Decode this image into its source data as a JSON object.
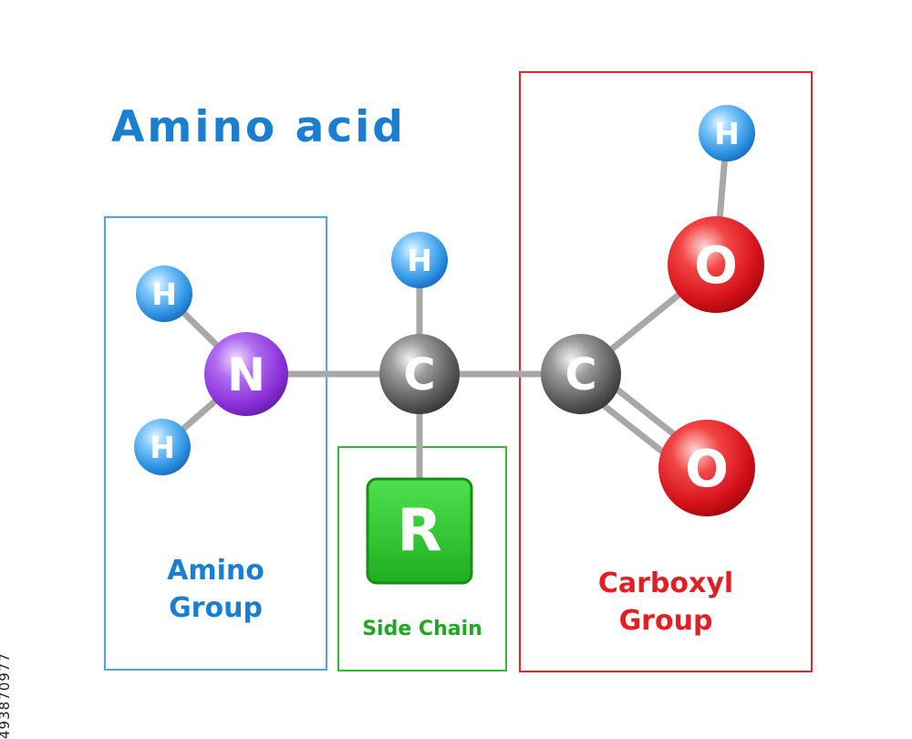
{
  "title": "Amino acid",
  "groups": {
    "amino": {
      "line1": "Amino",
      "line2": "Group"
    },
    "side_chain": {
      "label": "Side Chain"
    },
    "carboxyl": {
      "line1": "Carboxyl",
      "line2": "Group"
    }
  },
  "atoms": {
    "h_amino_top": "H",
    "h_amino_bottom": "H",
    "n": "N",
    "h_alpha": "H",
    "c_alpha": "C",
    "r": "R",
    "c_carboxyl": "C",
    "o_hydroxyl": "O",
    "h_hydroxyl": "H",
    "o_carbonyl": "O"
  },
  "stock_id": "493870977",
  "colors": {
    "amino": "#1a7fd1",
    "side_chain": "#22a722",
    "carboxyl": "#e31e24",
    "hydrogen": "#4aa8f0",
    "nitrogen": "#9b3fe0",
    "carbon": "#7a7a7a",
    "oxygen": "#e0141b"
  }
}
